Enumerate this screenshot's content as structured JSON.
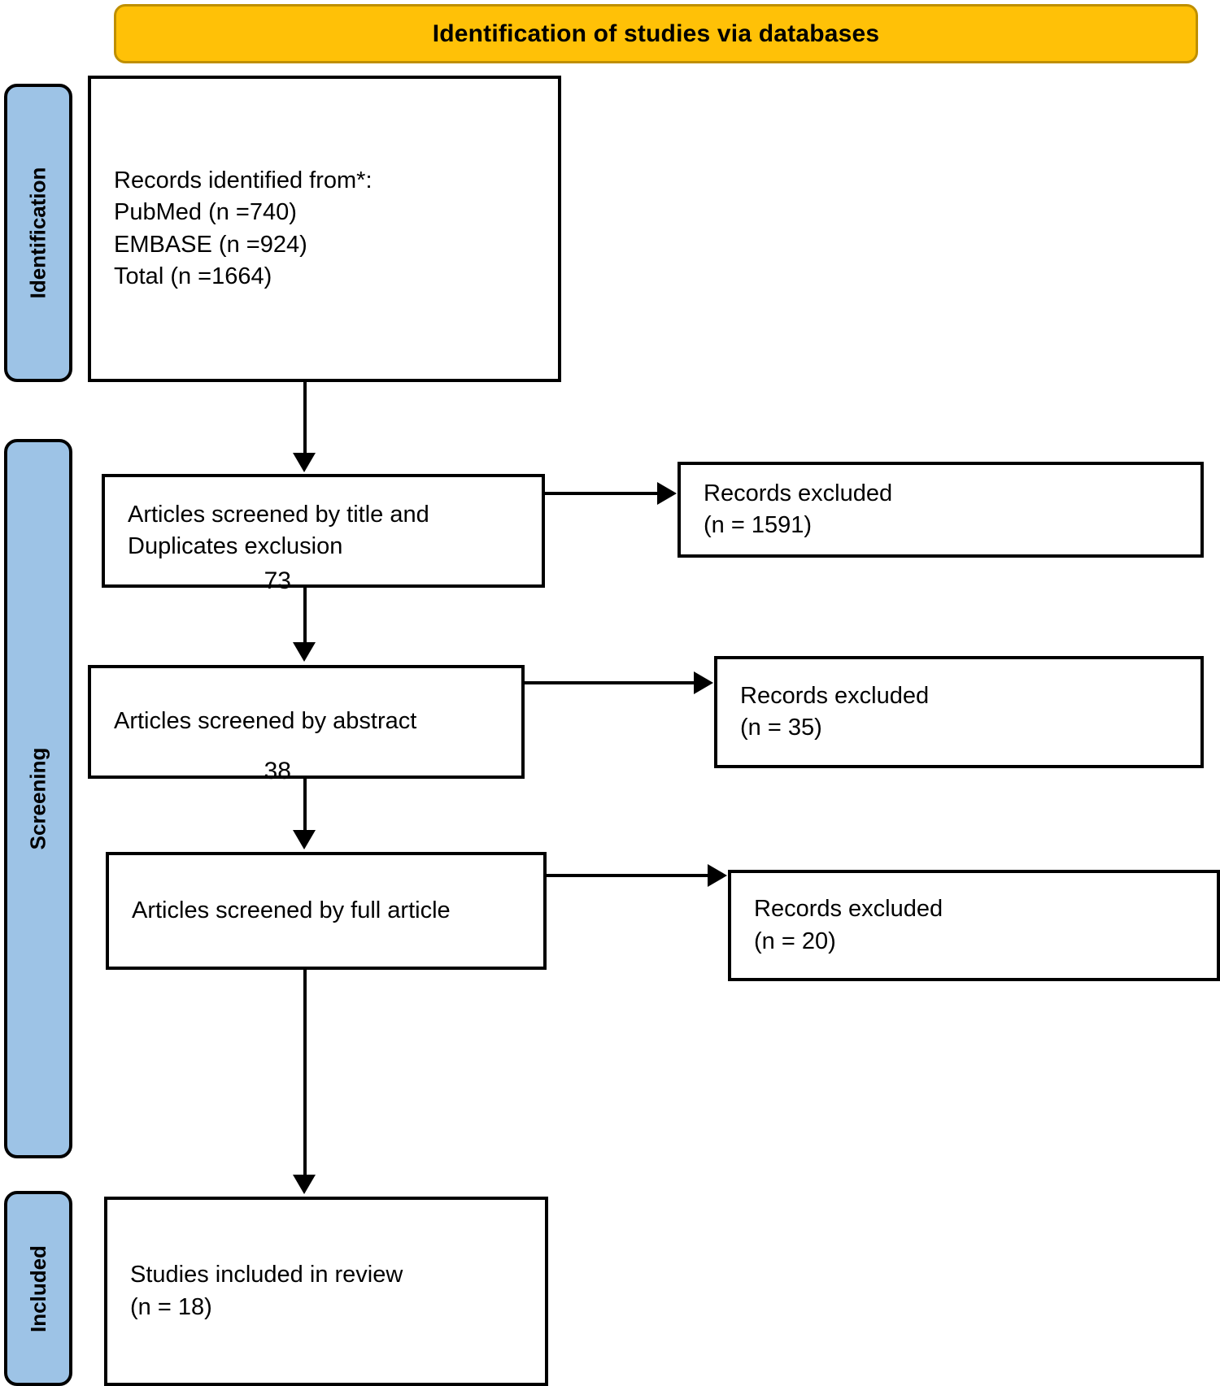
{
  "banner": {
    "title": "Identification of studies via databases",
    "fill_color": "#FFC107",
    "border_color": "#BF8F00"
  },
  "stages": {
    "fill_color": "#9DC3E6",
    "identification": "Identification",
    "screening": "Screening",
    "included": "Included"
  },
  "boxes": {
    "identified": "Records identified from*:\n     PubMed (n =740)\n     EMBASE (n =924)\n     Total (n =1664)",
    "title_screening": "Articles screened by title and\nDuplicates exclusion",
    "excluded_1": "Records excluded\n(n = 1591)",
    "abstract_screening": "Articles screened by abstract",
    "excluded_2": "Records excluded\n(n = 35)",
    "fulltext_screening": "Articles screened by full article",
    "excluded_3": "Records excluded\n(n = 20)",
    "included_studies": "Studies included in review\n(n = 18)"
  },
  "edge_labels": {
    "to_abstract": "73",
    "to_fulltext": "38"
  },
  "chart_data": {
    "type": "diagram",
    "title": "Identification of studies via databases",
    "nodes": [
      {
        "id": "identified",
        "stage": "Identification",
        "label": "Records identified from*",
        "sources": [
          {
            "name": "PubMed",
            "n": 740
          },
          {
            "name": "EMBASE",
            "n": 924
          },
          {
            "name": "Total",
            "n": 1664
          }
        ]
      },
      {
        "id": "title_screening",
        "stage": "Screening",
        "label": "Articles screened by title and Duplicates exclusion"
      },
      {
        "id": "excluded_1",
        "stage": "Screening",
        "label": "Records excluded",
        "n": 1591
      },
      {
        "id": "abstract_screening",
        "stage": "Screening",
        "label": "Articles screened by abstract"
      },
      {
        "id": "excluded_2",
        "stage": "Screening",
        "label": "Records excluded",
        "n": 35
      },
      {
        "id": "fulltext_screening",
        "stage": "Screening",
        "label": "Articles screened by full article"
      },
      {
        "id": "excluded_3",
        "stage": "Screening",
        "label": "Records excluded",
        "n": 20
      },
      {
        "id": "included_studies",
        "stage": "Included",
        "label": "Studies included in review",
        "n": 18
      }
    ],
    "edges": [
      {
        "from": "identified",
        "to": "title_screening",
        "label": ""
      },
      {
        "from": "title_screening",
        "to": "excluded_1",
        "label": ""
      },
      {
        "from": "title_screening",
        "to": "abstract_screening",
        "label": "73"
      },
      {
        "from": "abstract_screening",
        "to": "excluded_2",
        "label": ""
      },
      {
        "from": "abstract_screening",
        "to": "fulltext_screening",
        "label": "38"
      },
      {
        "from": "fulltext_screening",
        "to": "excluded_3",
        "label": ""
      },
      {
        "from": "fulltext_screening",
        "to": "included_studies",
        "label": ""
      }
    ]
  }
}
